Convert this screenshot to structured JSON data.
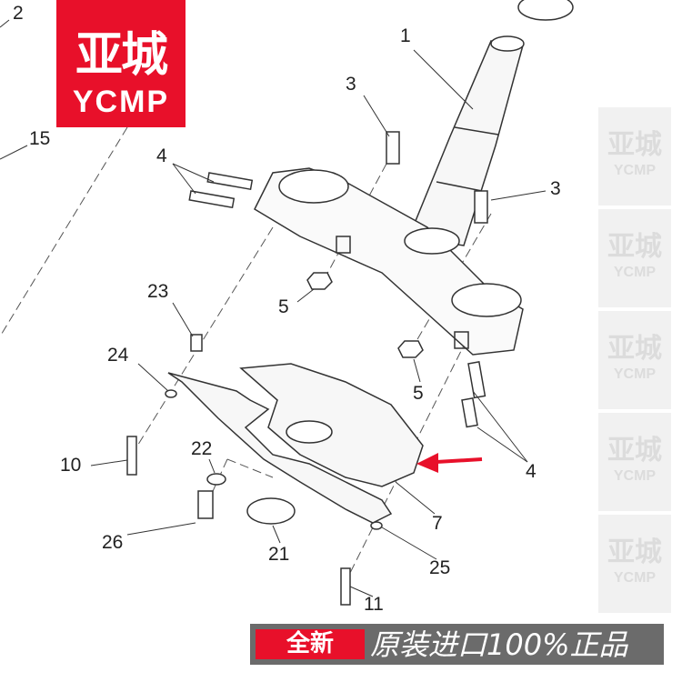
{
  "logo": {
    "cn": "亚城",
    "en": "YCMP"
  },
  "watermark": {
    "cn": "亚城",
    "en": "YCMP"
  },
  "banner": {
    "badge": "全新",
    "text": "原装进口100%正品"
  },
  "callouts": [
    "2",
    "15",
    "1",
    "3",
    "4",
    "3",
    "23",
    "5",
    "24",
    "5",
    "10",
    "22",
    "4",
    "7",
    "26",
    "21",
    "25",
    "11"
  ],
  "colors": {
    "brand_red": "#e8102a",
    "arrow_red": "#e8102a",
    "banner_grey": "#6b6b6b"
  }
}
